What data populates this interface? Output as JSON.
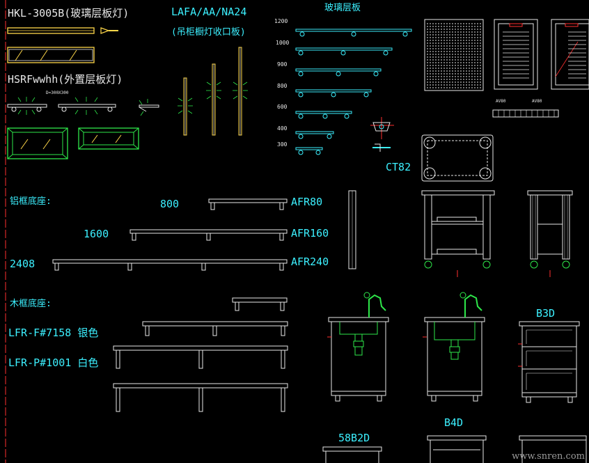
{
  "labels": {
    "hkl": "HKL-3005B(玻璃层板灯)",
    "hsrf": "HSRFwwhh(外置层板灯)",
    "hsrf_dim": "D=300X300",
    "lafa": "LAFA/AA/NA24",
    "lafa_sub": "(吊柜橱灯收口板)",
    "glass_shelf": "玻璃层板",
    "ct82": "CT82",
    "av80": "AV80",
    "av80_small": "AV80",
    "alu_base": "铝框底座:",
    "afr80": "AFR80",
    "afr160": "AFR160",
    "afr240": "AFR240",
    "len800": "800",
    "len1600": "1600",
    "len2408": "2408",
    "wood_base": "木框底座:",
    "lfr_f": "LFR-F#7158 银色",
    "lfr_p": "LFR-P#1001 白色",
    "b3d": "B3D",
    "b4d": "B4D",
    "s8b2d": "58B2D",
    "watermark": "www.snren.com"
  },
  "shelf_sizes": [
    "1200",
    "1000",
    "900",
    "800",
    "600",
    "400",
    "300"
  ],
  "colors": {
    "background": "#000000",
    "cyan": "#3cf0ff",
    "white": "#e8e8e8",
    "yellow": "#ffd84a",
    "green": "#2ee84a",
    "red": "#ff3030"
  }
}
